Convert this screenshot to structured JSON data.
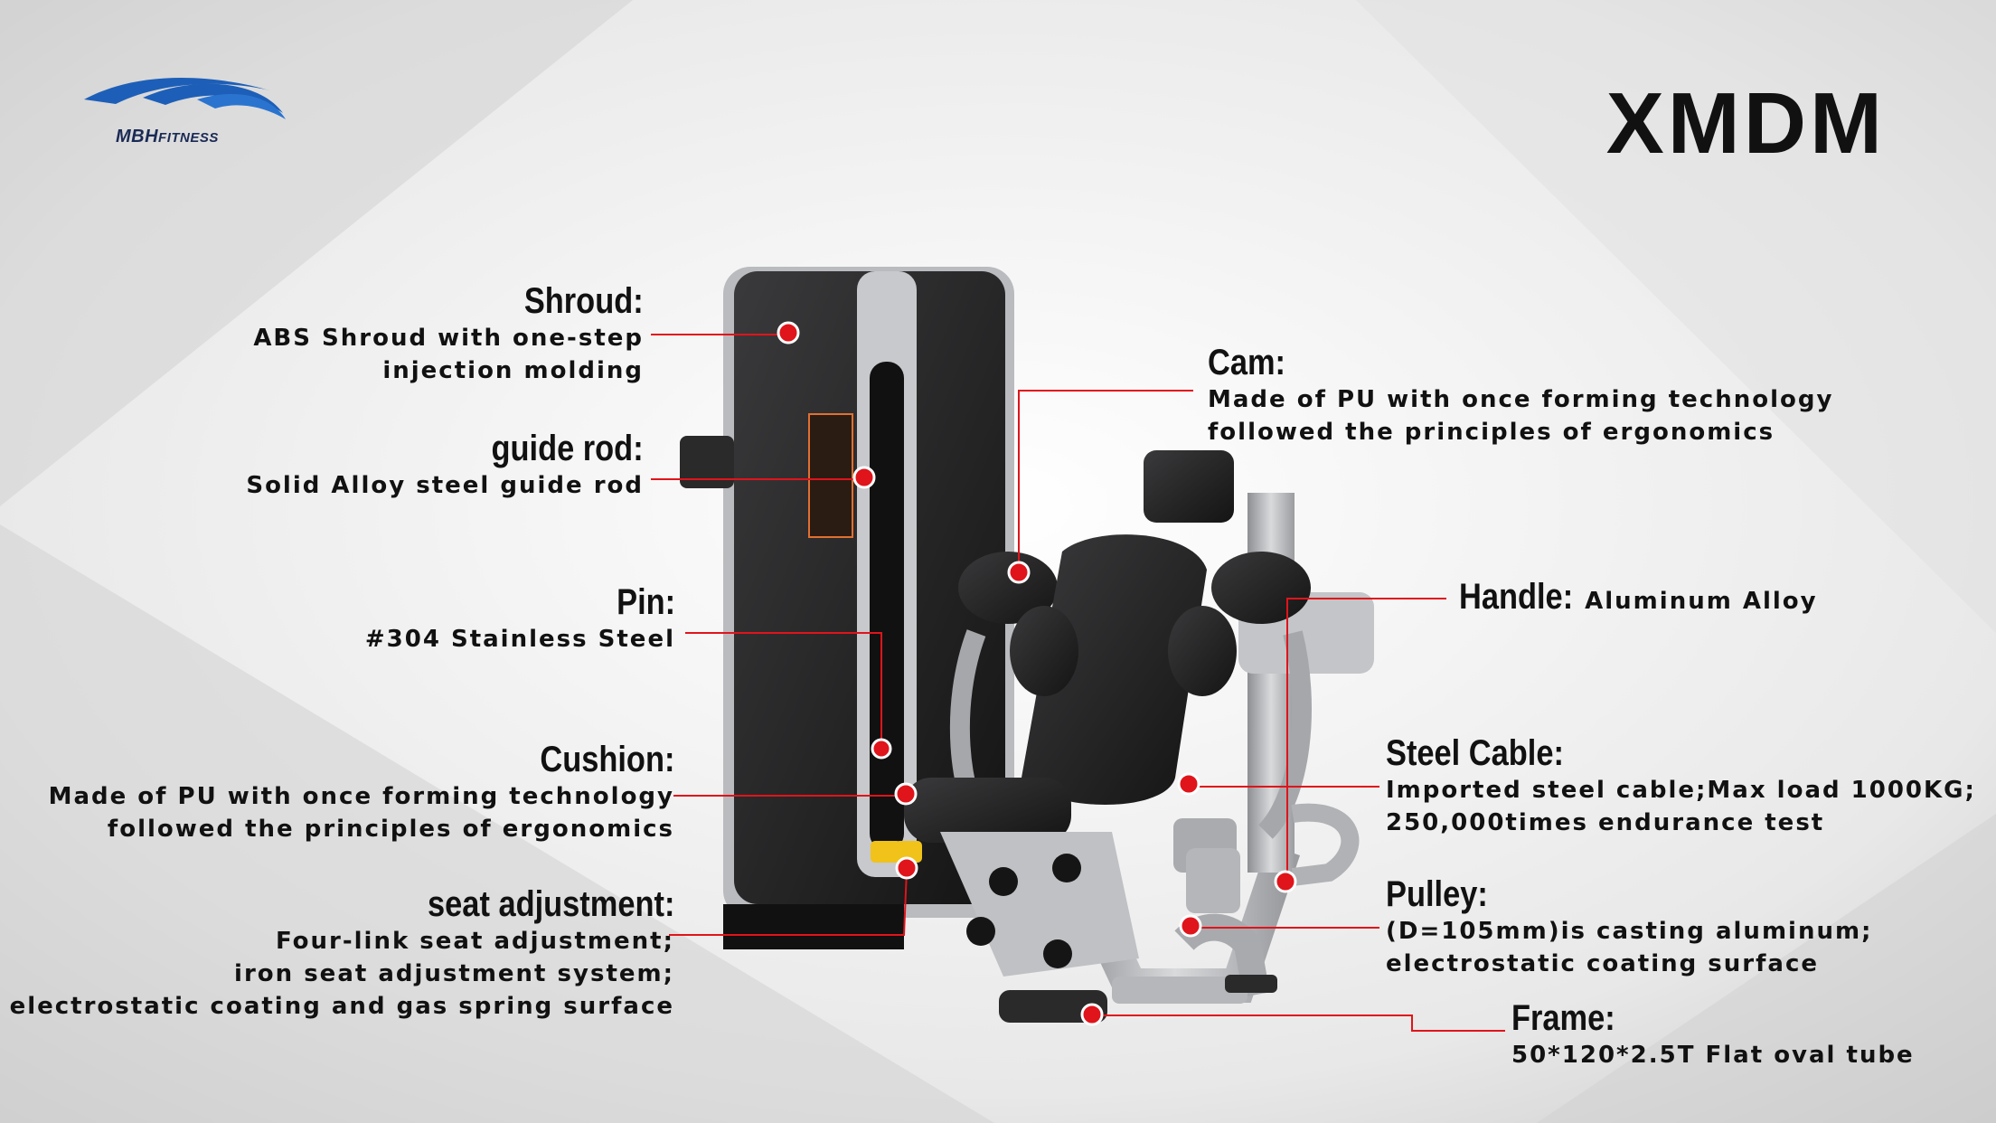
{
  "brand": {
    "name": "MBH",
    "suffix": "FITNESS"
  },
  "model": "XMDM",
  "colors": {
    "accent": "#e0141b",
    "logo_blue": "#1d5fb8",
    "text": "#111111"
  },
  "labels": {
    "shroud": {
      "title": "Shroud:",
      "lines": [
        "ABS Shroud with one-step",
        "injection molding"
      ]
    },
    "guide_rod": {
      "title": "guide rod:",
      "lines": [
        "Solid Alloy steel guide rod"
      ]
    },
    "pin": {
      "title": "Pin:",
      "lines": [
        "#304 Stainless Steel"
      ]
    },
    "cushion": {
      "title": "Cushion:",
      "lines": [
        "Made of PU with once forming technology",
        "followed the principles of ergonomics"
      ]
    },
    "seat_adjustment": {
      "title": "seat adjustment:",
      "lines": [
        "Four-link seat adjustment;",
        "iron seat adjustment system;",
        "electrostatic coating and gas spring surface"
      ]
    },
    "cam": {
      "title": "Cam:",
      "lines": [
        "Made of PU with once forming technology",
        "followed the principles of ergonomics"
      ]
    },
    "handle": {
      "title": "Handle:",
      "lines": [
        "Aluminum Alloy"
      ]
    },
    "steel_cable": {
      "title": "Steel Cable:",
      "lines": [
        "Imported steel cable;Max load 1000KG;",
        "250,000times endurance test"
      ]
    },
    "pulley": {
      "title": "Pulley:",
      "lines": [
        "(D=105mm)is casting aluminum;",
        "electrostatic coating surface"
      ]
    },
    "frame": {
      "title": "Frame:",
      "lines": [
        "50*120*2.5T Flat oval tube"
      ]
    }
  }
}
